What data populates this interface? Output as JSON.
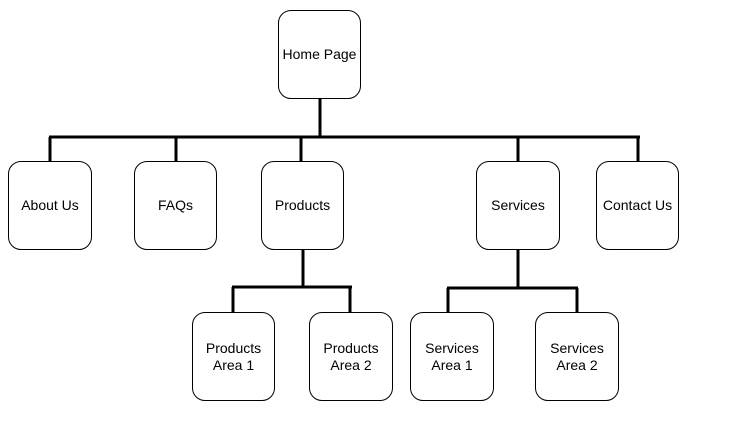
{
  "diagram": {
    "type": "sitemap-tree",
    "colors": {
      "line": "#000000",
      "box_border": "#000000",
      "box_fill": "#ffffff",
      "text": "#000000"
    },
    "nodes": {
      "home": {
        "lines": [
          "Home Page"
        ]
      },
      "about": {
        "lines": [
          "About Us"
        ]
      },
      "faqs": {
        "lines": [
          "FAQs"
        ]
      },
      "products": {
        "lines": [
          "Products"
        ]
      },
      "services": {
        "lines": [
          "Services"
        ]
      },
      "contact": {
        "lines": [
          "Contact Us"
        ]
      },
      "products_area_1": {
        "lines": [
          "Products",
          "Area 1"
        ]
      },
      "products_area_2": {
        "lines": [
          "Products",
          "Area 2"
        ]
      },
      "services_area_1": {
        "lines": [
          "Services",
          "Area 1"
        ]
      },
      "services_area_2": {
        "lines": [
          "Services",
          "Area 2"
        ]
      }
    },
    "edges": [
      [
        "home",
        "about"
      ],
      [
        "home",
        "faqs"
      ],
      [
        "home",
        "products"
      ],
      [
        "home",
        "services"
      ],
      [
        "home",
        "contact"
      ],
      [
        "products",
        "products_area_1"
      ],
      [
        "products",
        "products_area_2"
      ],
      [
        "services",
        "services_area_1"
      ],
      [
        "services",
        "services_area_2"
      ]
    ]
  }
}
